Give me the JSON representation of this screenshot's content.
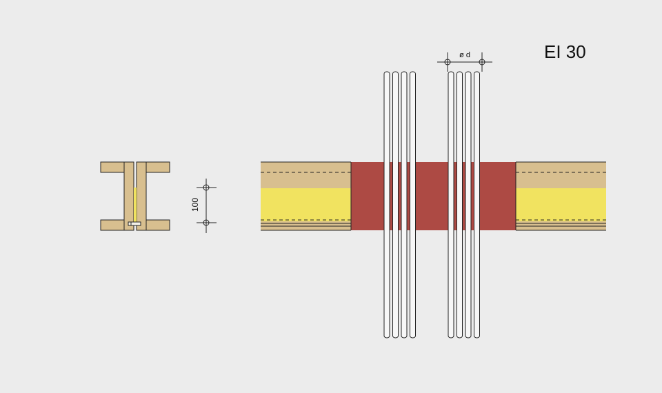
{
  "title": "EI 30",
  "dimensions": {
    "wall_thickness": "100",
    "diameter": "ø d"
  },
  "colors": {
    "background": "#ececec",
    "board": "#d8bf8f",
    "insulation": "#f1e360",
    "seal": "#ad4a44",
    "line": "#222222"
  },
  "cable_bundles": [
    {
      "cable_count": 4
    },
    {
      "cable_count": 4
    }
  ]
}
